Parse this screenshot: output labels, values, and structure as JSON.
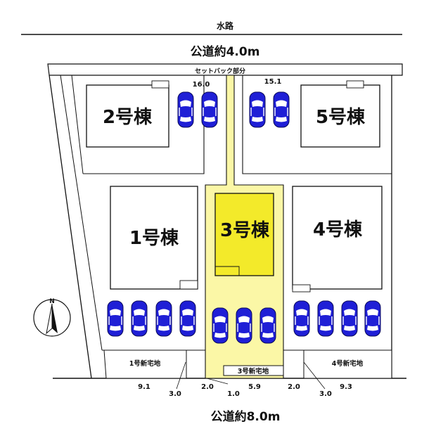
{
  "waterway": "水路",
  "road_north": "公道約4.0m",
  "road_south": "公道約8.0m",
  "setback": "セットバック部分",
  "north": "N",
  "houses": {
    "h1": "1号棟",
    "h2": "2号棟",
    "h3": "3号棟",
    "h4": "4号棟",
    "h5": "5号棟"
  },
  "lots": {
    "l1": "1号新宅地",
    "l3": "3号新宅地",
    "l4": "4号新宅地"
  },
  "dimensions": {
    "d16": "16.0",
    "d15": "15.1",
    "d91": "9.1",
    "d30a": "3.0",
    "d20a": "2.0",
    "d10": "1.0",
    "d59": "5.9",
    "d20b": "2.0",
    "d30b": "3.0",
    "d93": "9.3"
  },
  "colors": {
    "car": "#1f1fd6",
    "highlight_lot": "#fbf7a6",
    "highlight_house": "#f3ea2a"
  }
}
